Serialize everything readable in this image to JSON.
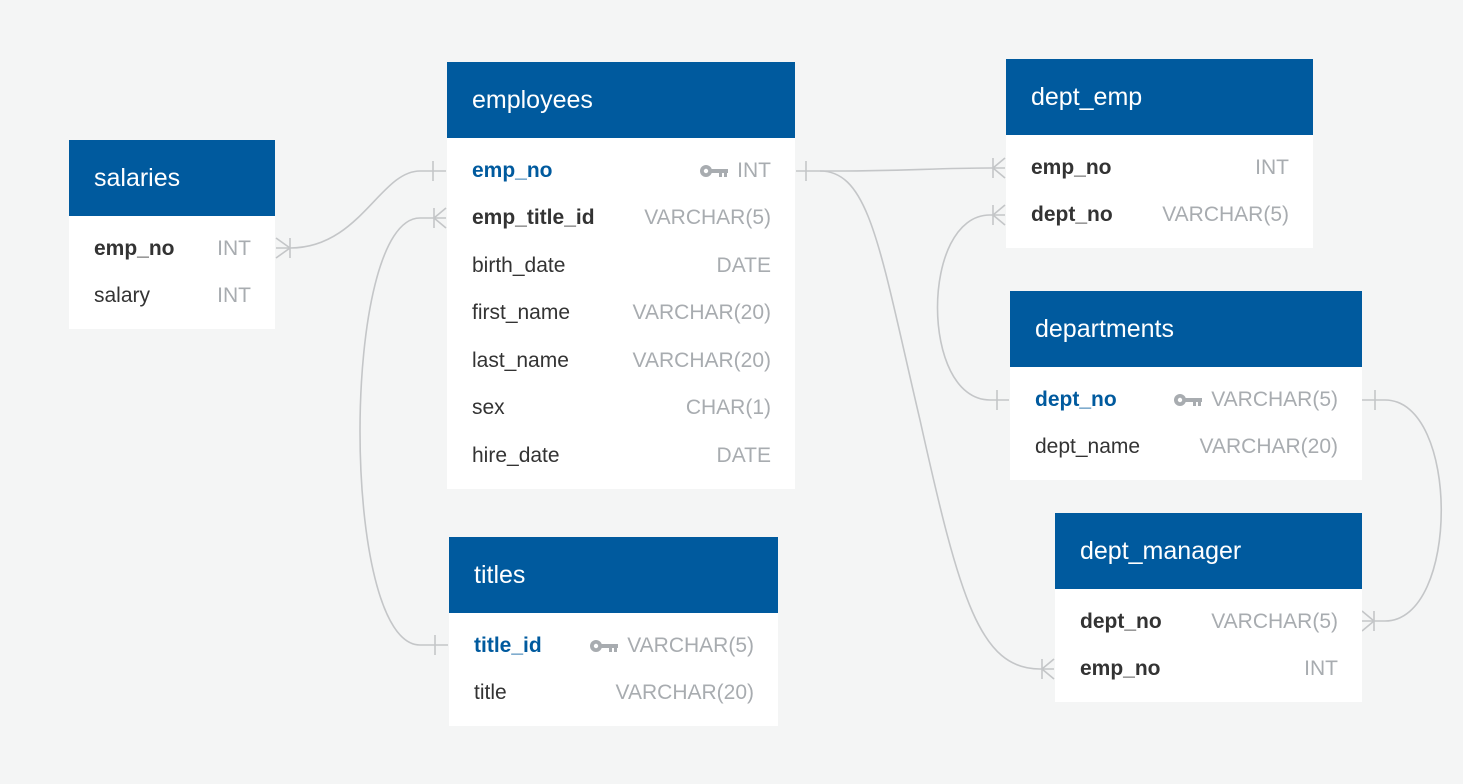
{
  "tables": {
    "salaries": {
      "name": "salaries",
      "columns": [
        {
          "name": "emp_no",
          "type": "INT",
          "role": "fk"
        },
        {
          "name": "salary",
          "type": "INT",
          "role": ""
        }
      ]
    },
    "employees": {
      "name": "employees",
      "columns": [
        {
          "name": "emp_no",
          "type": "INT",
          "role": "pk"
        },
        {
          "name": "emp_title_id",
          "type": "VARCHAR(5)",
          "role": "fk"
        },
        {
          "name": "birth_date",
          "type": "DATE",
          "role": ""
        },
        {
          "name": "first_name",
          "type": "VARCHAR(20)",
          "role": ""
        },
        {
          "name": "last_name",
          "type": "VARCHAR(20)",
          "role": ""
        },
        {
          "name": "sex",
          "type": "CHAR(1)",
          "role": ""
        },
        {
          "name": "hire_date",
          "type": "DATE",
          "role": ""
        }
      ]
    },
    "titles": {
      "name": "titles",
      "columns": [
        {
          "name": "title_id",
          "type": "VARCHAR(5)",
          "role": "pk"
        },
        {
          "name": "title",
          "type": "VARCHAR(20)",
          "role": ""
        }
      ]
    },
    "dept_emp": {
      "name": "dept_emp",
      "columns": [
        {
          "name": "emp_no",
          "type": "INT",
          "role": "fk"
        },
        {
          "name": "dept_no",
          "type": "VARCHAR(5)",
          "role": "fk"
        }
      ]
    },
    "departments": {
      "name": "departments",
      "columns": [
        {
          "name": "dept_no",
          "type": "VARCHAR(5)",
          "role": "pk"
        },
        {
          "name": "dept_name",
          "type": "VARCHAR(20)",
          "role": ""
        }
      ]
    },
    "dept_manager": {
      "name": "dept_manager",
      "columns": [
        {
          "name": "dept_no",
          "type": "VARCHAR(5)",
          "role": "fk"
        },
        {
          "name": "emp_no",
          "type": "INT",
          "role": "fk"
        }
      ]
    }
  },
  "relationships": [
    {
      "from": "salaries.emp_no",
      "to": "employees.emp_no",
      "cardinality": "many-to-one"
    },
    {
      "from": "employees.emp_title_id",
      "to": "titles.title_id",
      "cardinality": "many-to-one"
    },
    {
      "from": "dept_emp.emp_no",
      "to": "employees.emp_no",
      "cardinality": "many-to-one"
    },
    {
      "from": "dept_emp.dept_no",
      "to": "departments.dept_no",
      "cardinality": "many-to-one"
    },
    {
      "from": "dept_manager.dept_no",
      "to": "departments.dept_no",
      "cardinality": "many-to-one"
    },
    {
      "from": "dept_manager.emp_no",
      "to": "employees.emp_no",
      "cardinality": "many-to-one"
    }
  ],
  "colors": {
    "header": "#005a9e",
    "primary_key": "#005a9e",
    "type_text": "#a8acb0",
    "line": "#c4c6c8",
    "background": "#f4f5f5"
  },
  "icons": {
    "primary_key": "key-icon"
  }
}
